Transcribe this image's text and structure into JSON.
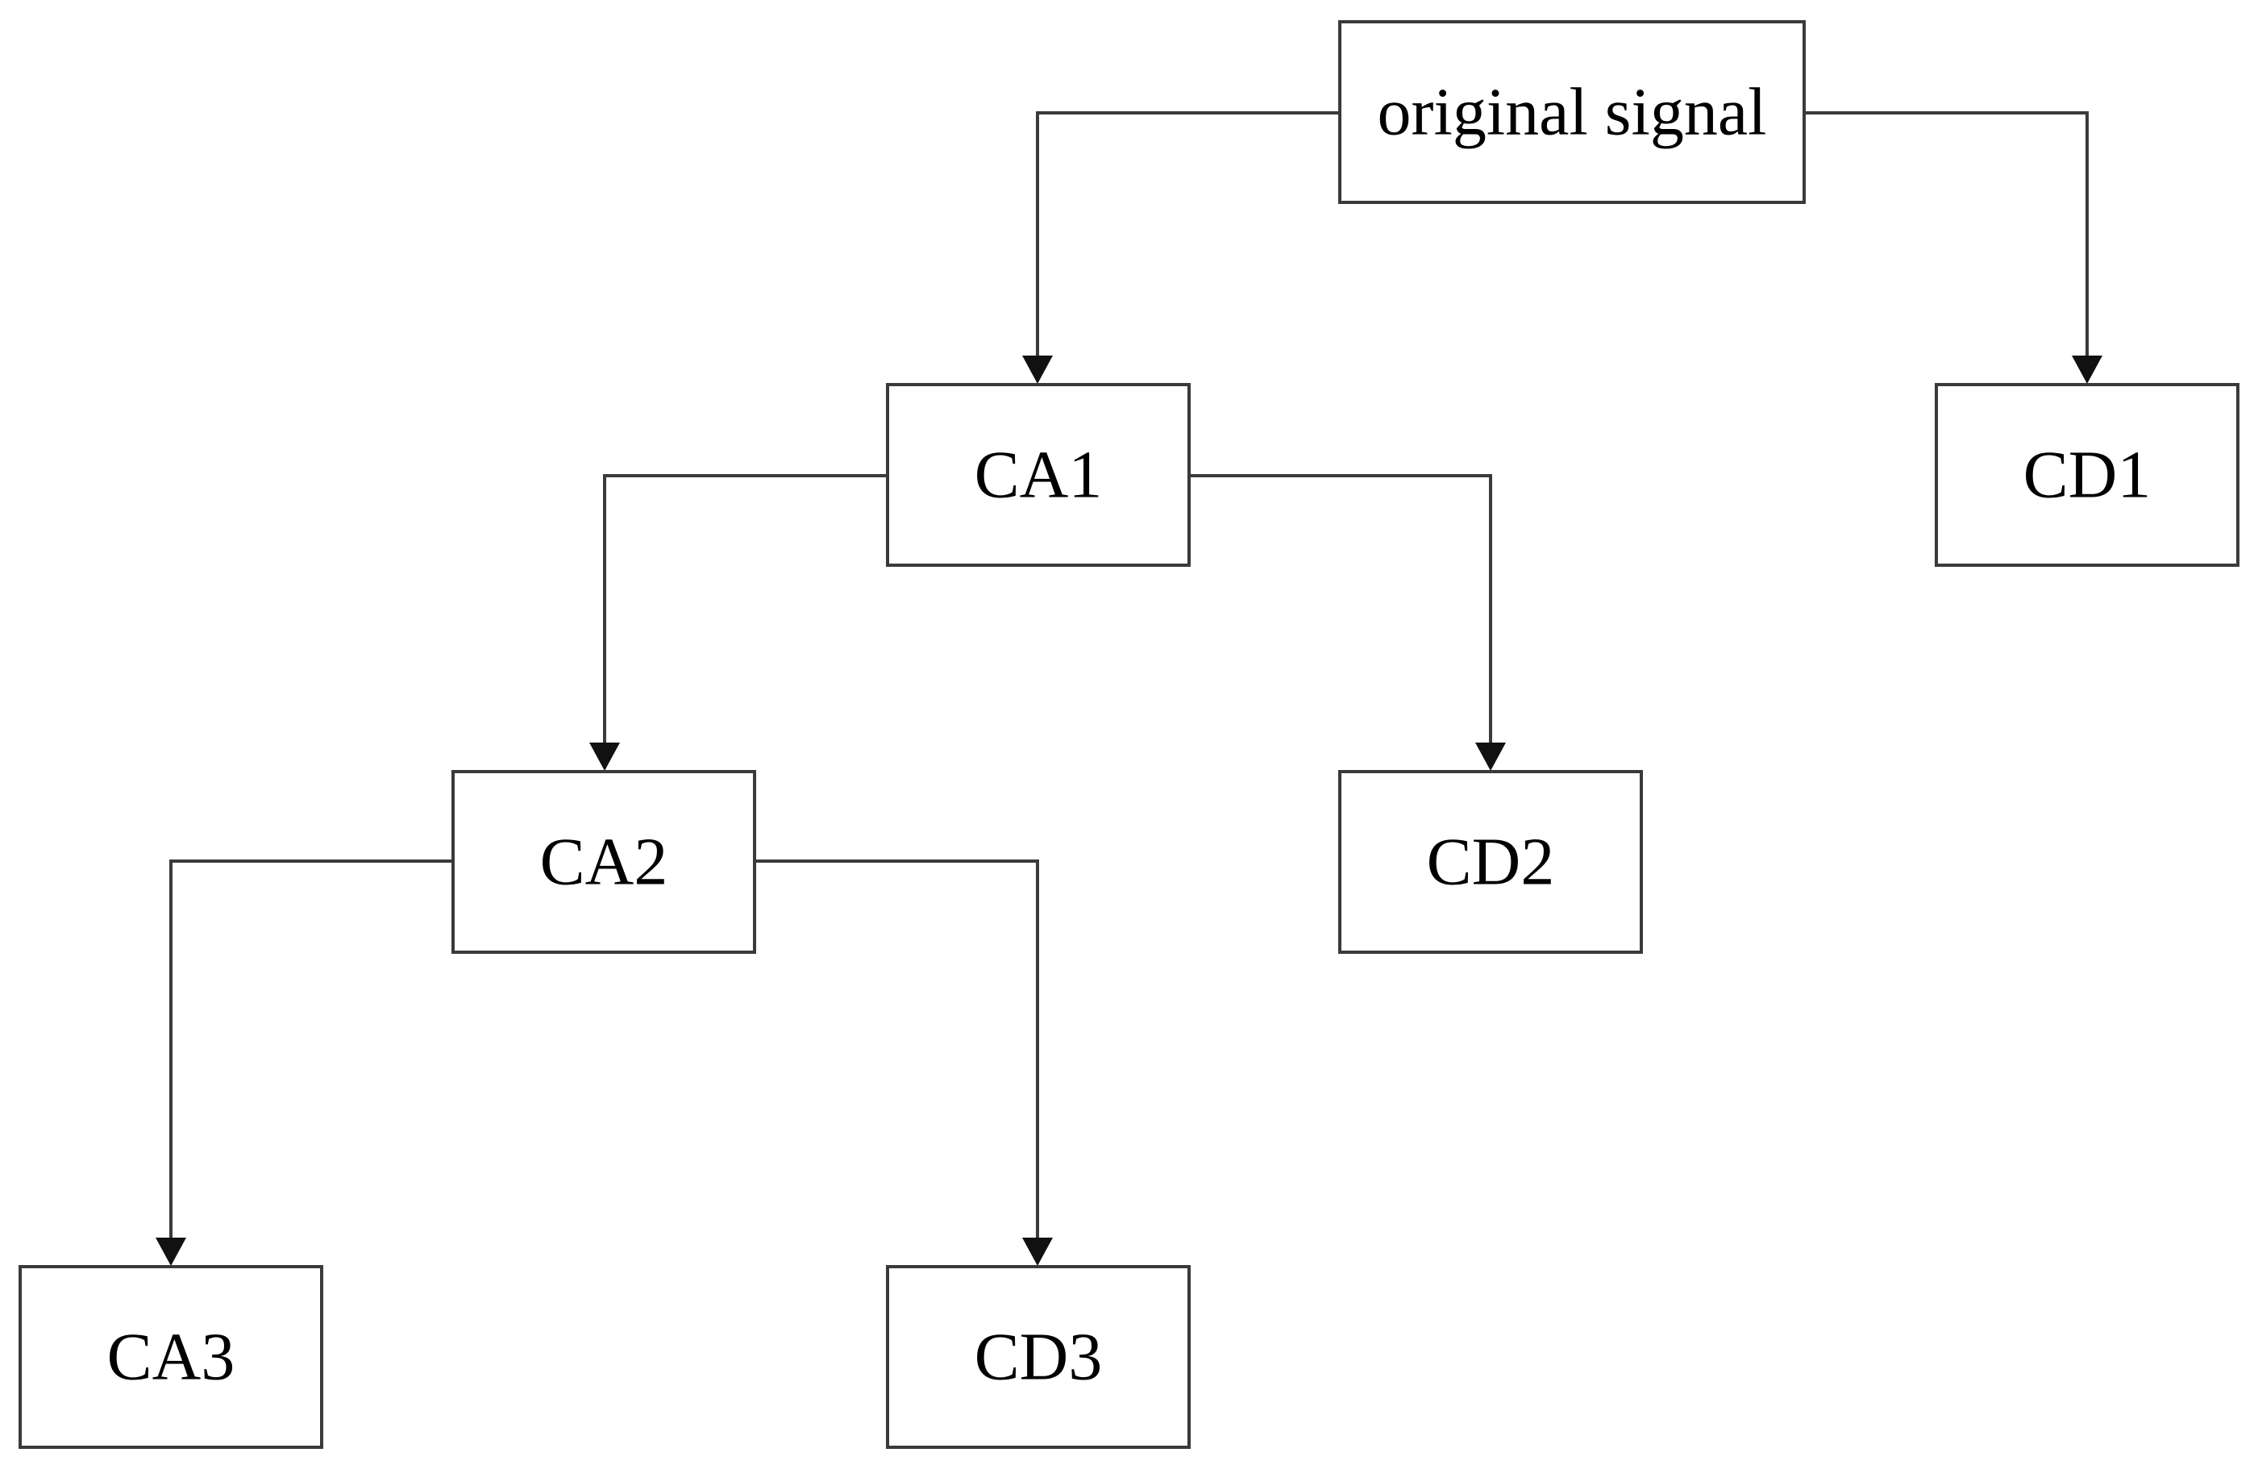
{
  "nodes": {
    "original_signal": "original signal",
    "ca1": "CA1",
    "cd1": "CD1",
    "ca2": "CA2",
    "cd2": "CD2",
    "ca3": "CA3",
    "cd3": "CD3"
  },
  "edges": [
    {
      "from": "original signal",
      "to": "CA1"
    },
    {
      "from": "original signal",
      "to": "CD1"
    },
    {
      "from": "CA1",
      "to": "CA2"
    },
    {
      "from": "CA1",
      "to": "CD2"
    },
    {
      "from": "CA2",
      "to": "CA3"
    },
    {
      "from": "CA2",
      "to": "CD3"
    }
  ]
}
